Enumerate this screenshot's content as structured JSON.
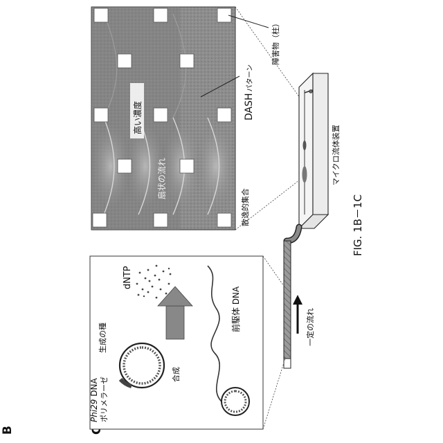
{
  "figure": {
    "caption": "FIG. 1B－1C",
    "panel_b": {
      "letter": "B",
      "polymerase_italic": "Phi29",
      "polymerase_rest": " DNA",
      "polymerase_line2": "ポリメラーゼ",
      "seed_label": "生成の種",
      "dntp_label": "dNTP",
      "synthesis_label": "合成",
      "precursor_label": "前駆体 DNA"
    },
    "panel_c": {
      "letter": "C",
      "obstacle_label": "障害物（柱）",
      "dash_label_main": "DASH",
      "dash_label_kana": "パターン",
      "high_conc_label": "高い濃度",
      "fan_flow_label": "扇状の流れ",
      "diffusive_label": "散逸的集合"
    },
    "device": {
      "microfluidic_label": "マイクロ流体装置",
      "constant_flow_label": "一定の流れ"
    }
  }
}
